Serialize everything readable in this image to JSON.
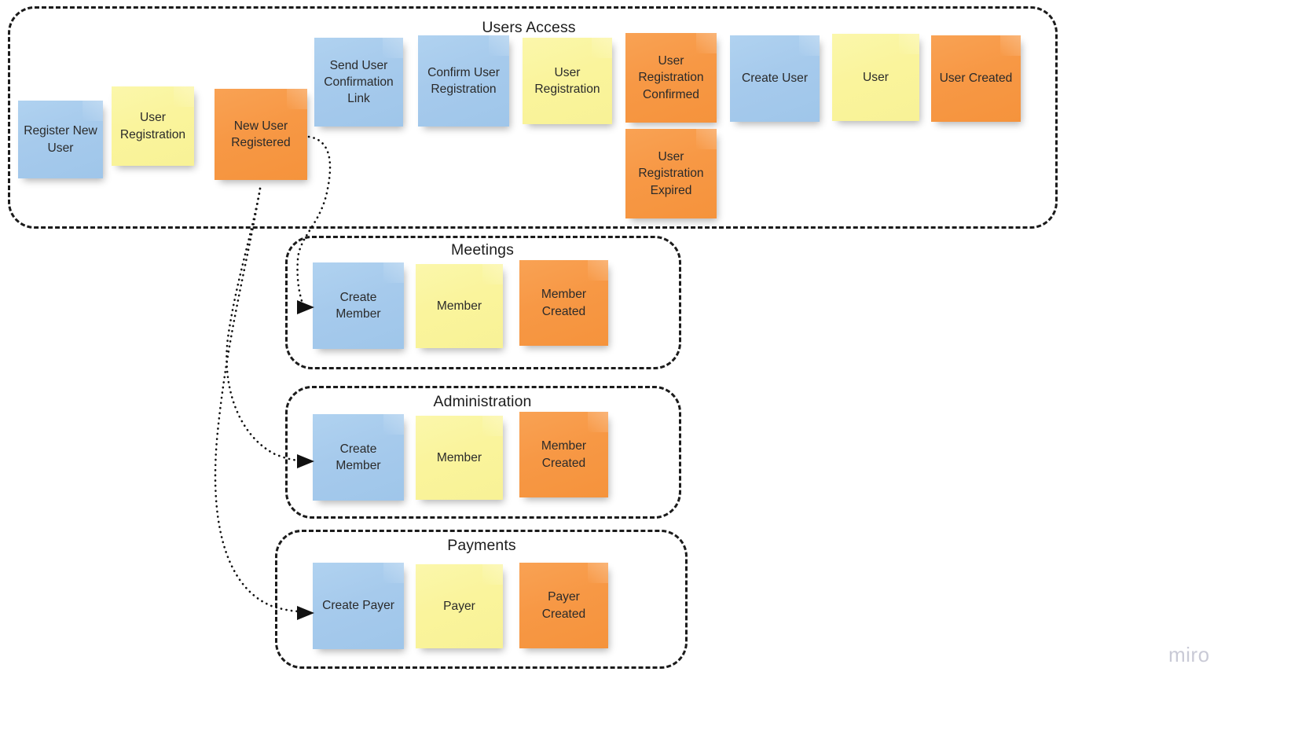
{
  "board": {
    "background": "#ffffff",
    "watermark": "miro",
    "colors": {
      "blue": "#a6caec",
      "yellow": "#faf49c",
      "orange": "#f79845",
      "outline": "#1b1b1b",
      "text": "#2a2a2a",
      "watermark": "#c9cad6"
    }
  },
  "groups": [
    {
      "id": "users-access",
      "title": "Users Access",
      "notes": [
        {
          "id": "register-new-user",
          "label": "Register New\nUser",
          "color": "blue"
        },
        {
          "id": "user-registration-1",
          "label": "User\nRegistration",
          "color": "yellow"
        },
        {
          "id": "new-user-registered",
          "label": "New User\nRegistered",
          "color": "orange"
        },
        {
          "id": "send-user-confirmation-link",
          "label": "Send User\nConfirmation\nLink",
          "color": "blue"
        },
        {
          "id": "confirm-user-registration",
          "label": "Confirm User\nRegistration",
          "color": "blue"
        },
        {
          "id": "user-registration-2",
          "label": "User\nRegistration",
          "color": "yellow"
        },
        {
          "id": "user-registration-confirmed",
          "label": "User\nRegistration\nConfirmed",
          "color": "orange"
        },
        {
          "id": "user-registration-expired",
          "label": "User\nRegistration\nExpired",
          "color": "orange"
        },
        {
          "id": "create-user",
          "label": "Create User",
          "color": "blue"
        },
        {
          "id": "user",
          "label": "User",
          "color": "yellow"
        },
        {
          "id": "user-created",
          "label": "User Created",
          "color": "orange"
        }
      ]
    },
    {
      "id": "meetings",
      "title": "Meetings",
      "notes": [
        {
          "id": "create-member-meetings",
          "label": "Create\nMember",
          "color": "blue"
        },
        {
          "id": "member-meetings",
          "label": "Member",
          "color": "yellow"
        },
        {
          "id": "member-created-meetings",
          "label": "Member\nCreated",
          "color": "orange"
        }
      ]
    },
    {
      "id": "administration",
      "title": "Administration",
      "notes": [
        {
          "id": "create-member-administration",
          "label": "Create\nMember",
          "color": "blue"
        },
        {
          "id": "member-administration",
          "label": "Member",
          "color": "yellow"
        },
        {
          "id": "member-created-administration",
          "label": "Member\nCreated",
          "color": "orange"
        }
      ]
    },
    {
      "id": "payments",
      "title": "Payments",
      "notes": [
        {
          "id": "create-payer",
          "label": "Create Payer",
          "color": "blue"
        },
        {
          "id": "payer",
          "label": "Payer",
          "color": "yellow"
        },
        {
          "id": "payer-created",
          "label": "Payer\nCreated",
          "color": "orange"
        }
      ]
    }
  ],
  "connections": [
    {
      "id": "new-user-registered-to-create-member-meetings",
      "from": "new-user-registered",
      "to": "create-member-meetings"
    },
    {
      "id": "new-user-registered-to-create-member-administration",
      "from": "new-user-registered",
      "to": "create-member-administration"
    },
    {
      "id": "new-user-registered-to-create-payer",
      "from": "new-user-registered",
      "to": "create-payer"
    }
  ]
}
